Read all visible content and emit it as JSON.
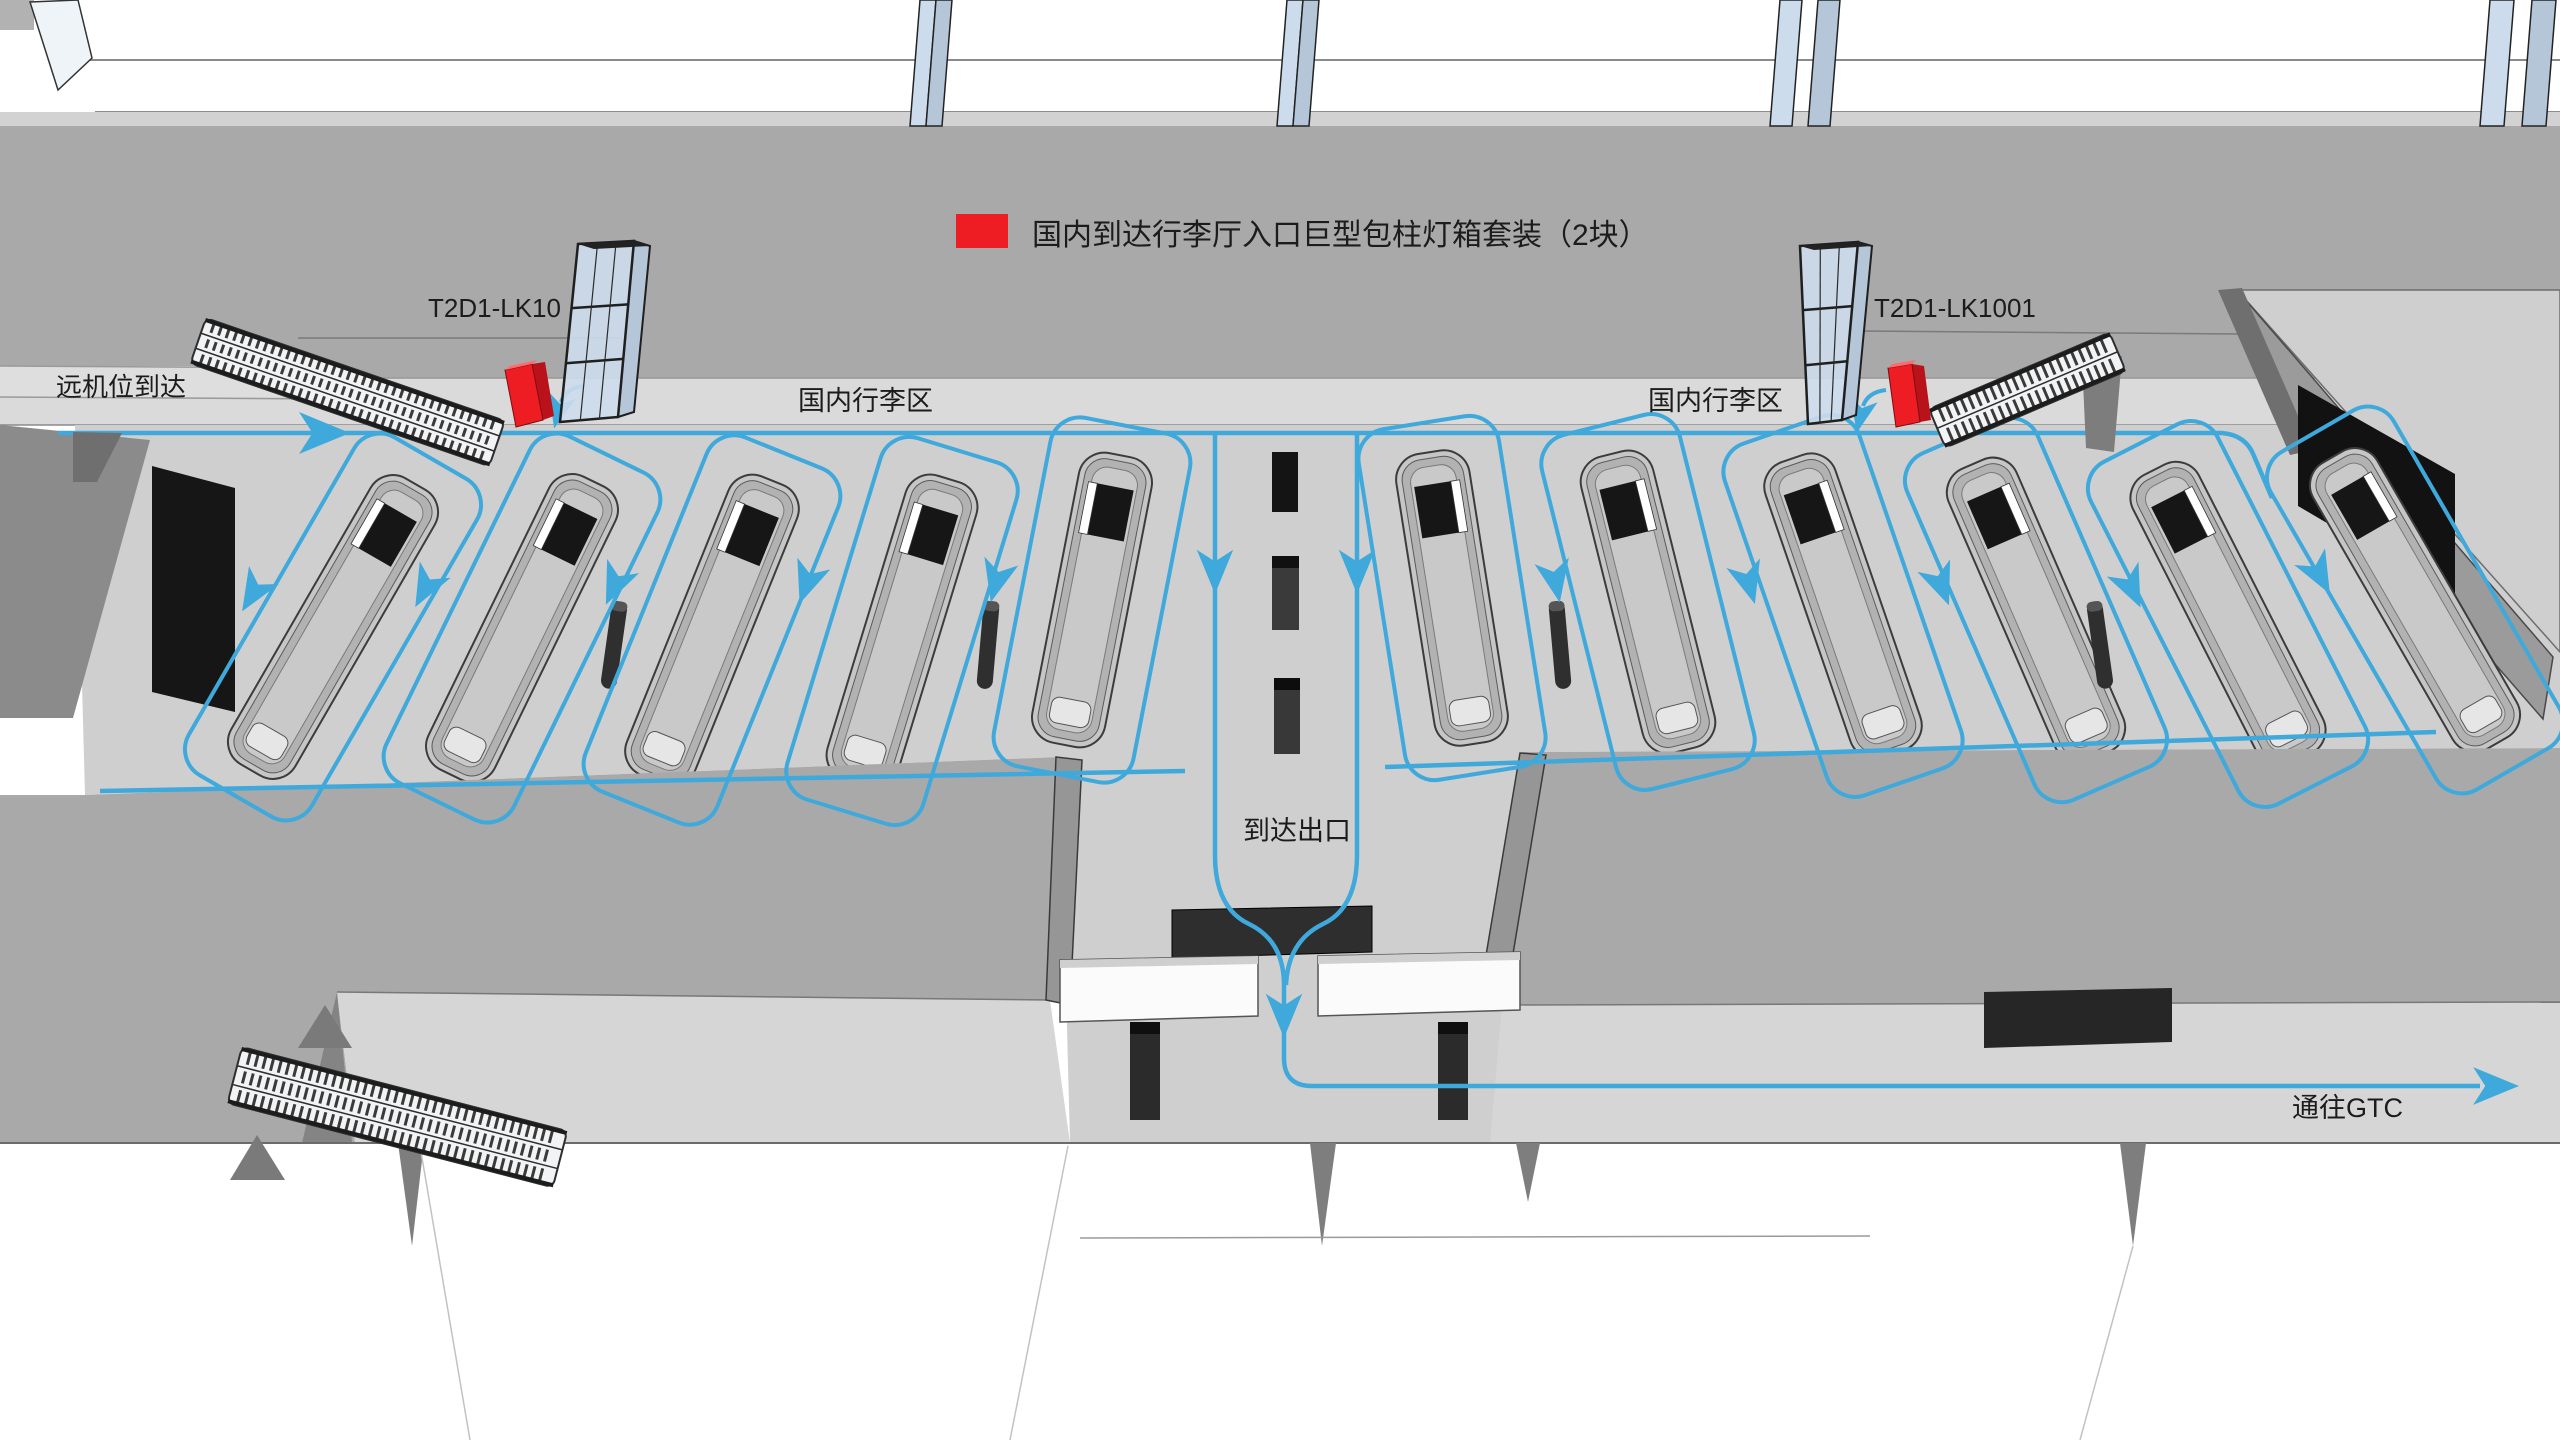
{
  "legend": {
    "swatch_color": "#ee1c23",
    "text": "国内到达行李厅入口巨型包柱灯箱套装（2块）"
  },
  "labels": {
    "left_lightbox_id": "T2D1-LK10",
    "right_lightbox_id": "T2D1-LK1001",
    "remote_stand_arrival": "远机位到达",
    "domestic_baggage_left": "国内行李区",
    "domestic_baggage_right": "国内行李区",
    "arrival_exit": "到达出口",
    "to_gtc": "通往GTC"
  },
  "colors": {
    "flow_blue": "#3fa9dc",
    "lightbox_red": "#ee1c23",
    "lightbox_red_dark": "#b9121a",
    "lightbox_red_light": "#ff6a6e",
    "wall_gray": "#a9a9a9",
    "floor_gray": "#cfcfcf",
    "walkway_gray": "#dadada",
    "lower_corridor_gray": "#d6d6d6",
    "panel_black": "#161616",
    "glass_blue": "#ccdcec",
    "glass_side_blue": "#b5c6d8",
    "roof_strip_gray": "#d2d2d2",
    "dark_wedge_gray": "#7d7d7d",
    "sign_dark": "#2e2e2e"
  }
}
